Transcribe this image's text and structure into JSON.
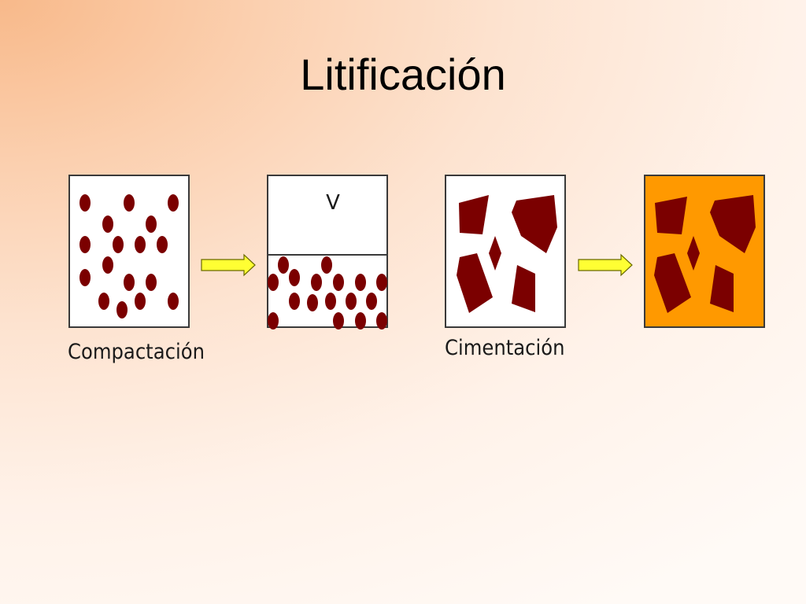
{
  "slide": {
    "title": "Litificación"
  },
  "diagram": {
    "compaction_caption": "Compactación",
    "cementation_caption": "Cimentación",
    "volume_label": "V"
  },
  "colors": {
    "grain": "#7b0000",
    "arrow": "#ffff33",
    "cement": "#ff9900",
    "panel": "#ffffff",
    "border": "#3a3a3a"
  }
}
